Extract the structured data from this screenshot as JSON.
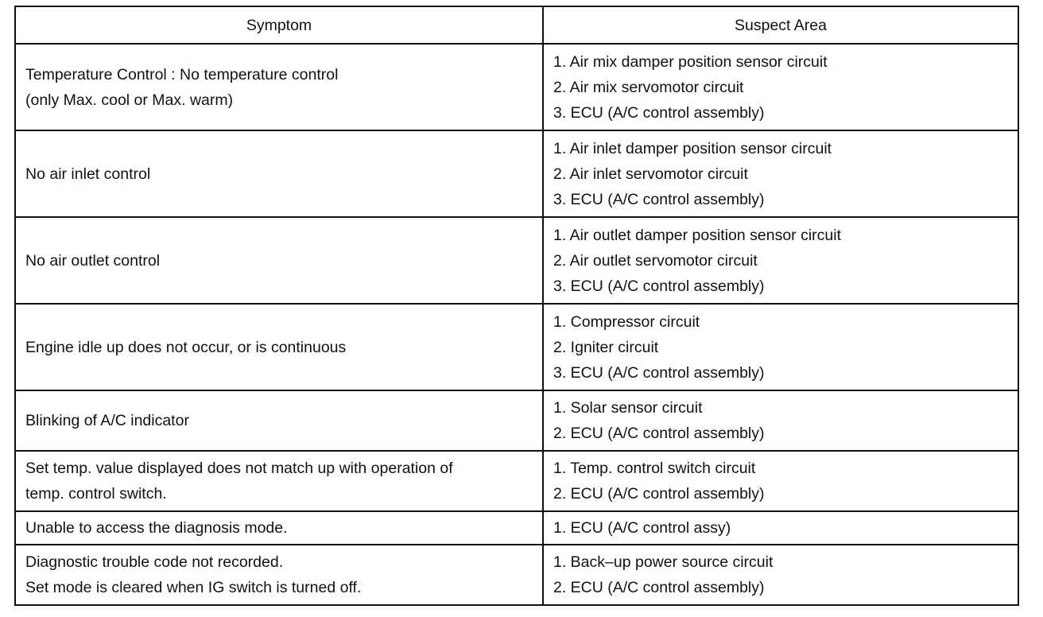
{
  "table": {
    "headers": {
      "symptom": "Symptom",
      "suspect_area": "Suspect Area"
    },
    "rows": [
      {
        "symptom": [
          "Temperature Control : No temperature control",
          "(only Max. cool or Max. warm)"
        ],
        "suspect": [
          "1. Air mix damper position sensor circuit",
          "2. Air mix servomotor circuit",
          "3. ECU (A/C control assembly)"
        ]
      },
      {
        "symptom": [
          "No air inlet control"
        ],
        "suspect": [
          "1. Air inlet damper position sensor circuit",
          "2. Air inlet servomotor circuit",
          "3. ECU (A/C control assembly)"
        ]
      },
      {
        "symptom": [
          "No air outlet control"
        ],
        "suspect": [
          "1. Air outlet damper position sensor circuit",
          "2. Air outlet servomotor circuit",
          "3. ECU (A/C control assembly)"
        ]
      },
      {
        "symptom": [
          "Engine idle up does not occur, or is continuous"
        ],
        "suspect": [
          "1. Compressor circuit",
          "2. Igniter circuit",
          "3. ECU (A/C control assembly)"
        ]
      },
      {
        "symptom": [
          "Blinking of A/C indicator"
        ],
        "suspect": [
          "1. Solar sensor circuit",
          "2. ECU (A/C control assembly)"
        ]
      },
      {
        "symptom": [
          "Set temp. value displayed does not match up with operation of",
          "temp. control switch."
        ],
        "suspect": [
          "1. Temp. control switch circuit",
          "2. ECU (A/C control assembly)"
        ]
      },
      {
        "symptom": [
          "Unable to access the diagnosis mode."
        ],
        "suspect": [
          "1. ECU (A/C control assy)"
        ]
      },
      {
        "symptom": [
          "Diagnostic trouble code not recorded.",
          "Set mode is cleared when IG switch is turned off."
        ],
        "suspect": [
          "1. Back–up power source circuit",
          "2. ECU (A/C control assembly)"
        ]
      }
    ]
  }
}
